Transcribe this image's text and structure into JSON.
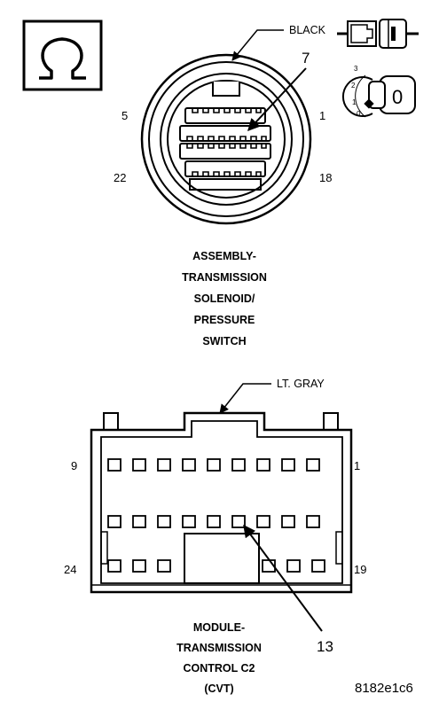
{
  "symbol": {
    "icon": "ohm-icon",
    "glyph": "Ω"
  },
  "connector1": {
    "color_label": "BLACK",
    "callout_pin": "7",
    "pins": {
      "top_left": "5",
      "top_right": "1",
      "bottom_left": "22",
      "bottom_right": "18"
    },
    "key_icon": "ignition-key-icon",
    "key_glyph": "0",
    "key_positions": [
      "3",
      "2",
      "1",
      "0"
    ],
    "title_lines": [
      "ASSEMBLY-",
      "TRANSMISSION",
      "SOLENOID/",
      "PRESSURE",
      "SWITCH"
    ]
  },
  "connector2": {
    "color_label": "LT. GRAY",
    "callout_pin": "13",
    "pins": {
      "top_left": "9",
      "top_right": "1",
      "bottom_left": "24",
      "bottom_right": "19"
    },
    "title_lines": [
      "MODULE-",
      "TRANSMISSION",
      "CONTROL C2",
      "(CVT)"
    ]
  },
  "figure_id": "8182e1c6"
}
